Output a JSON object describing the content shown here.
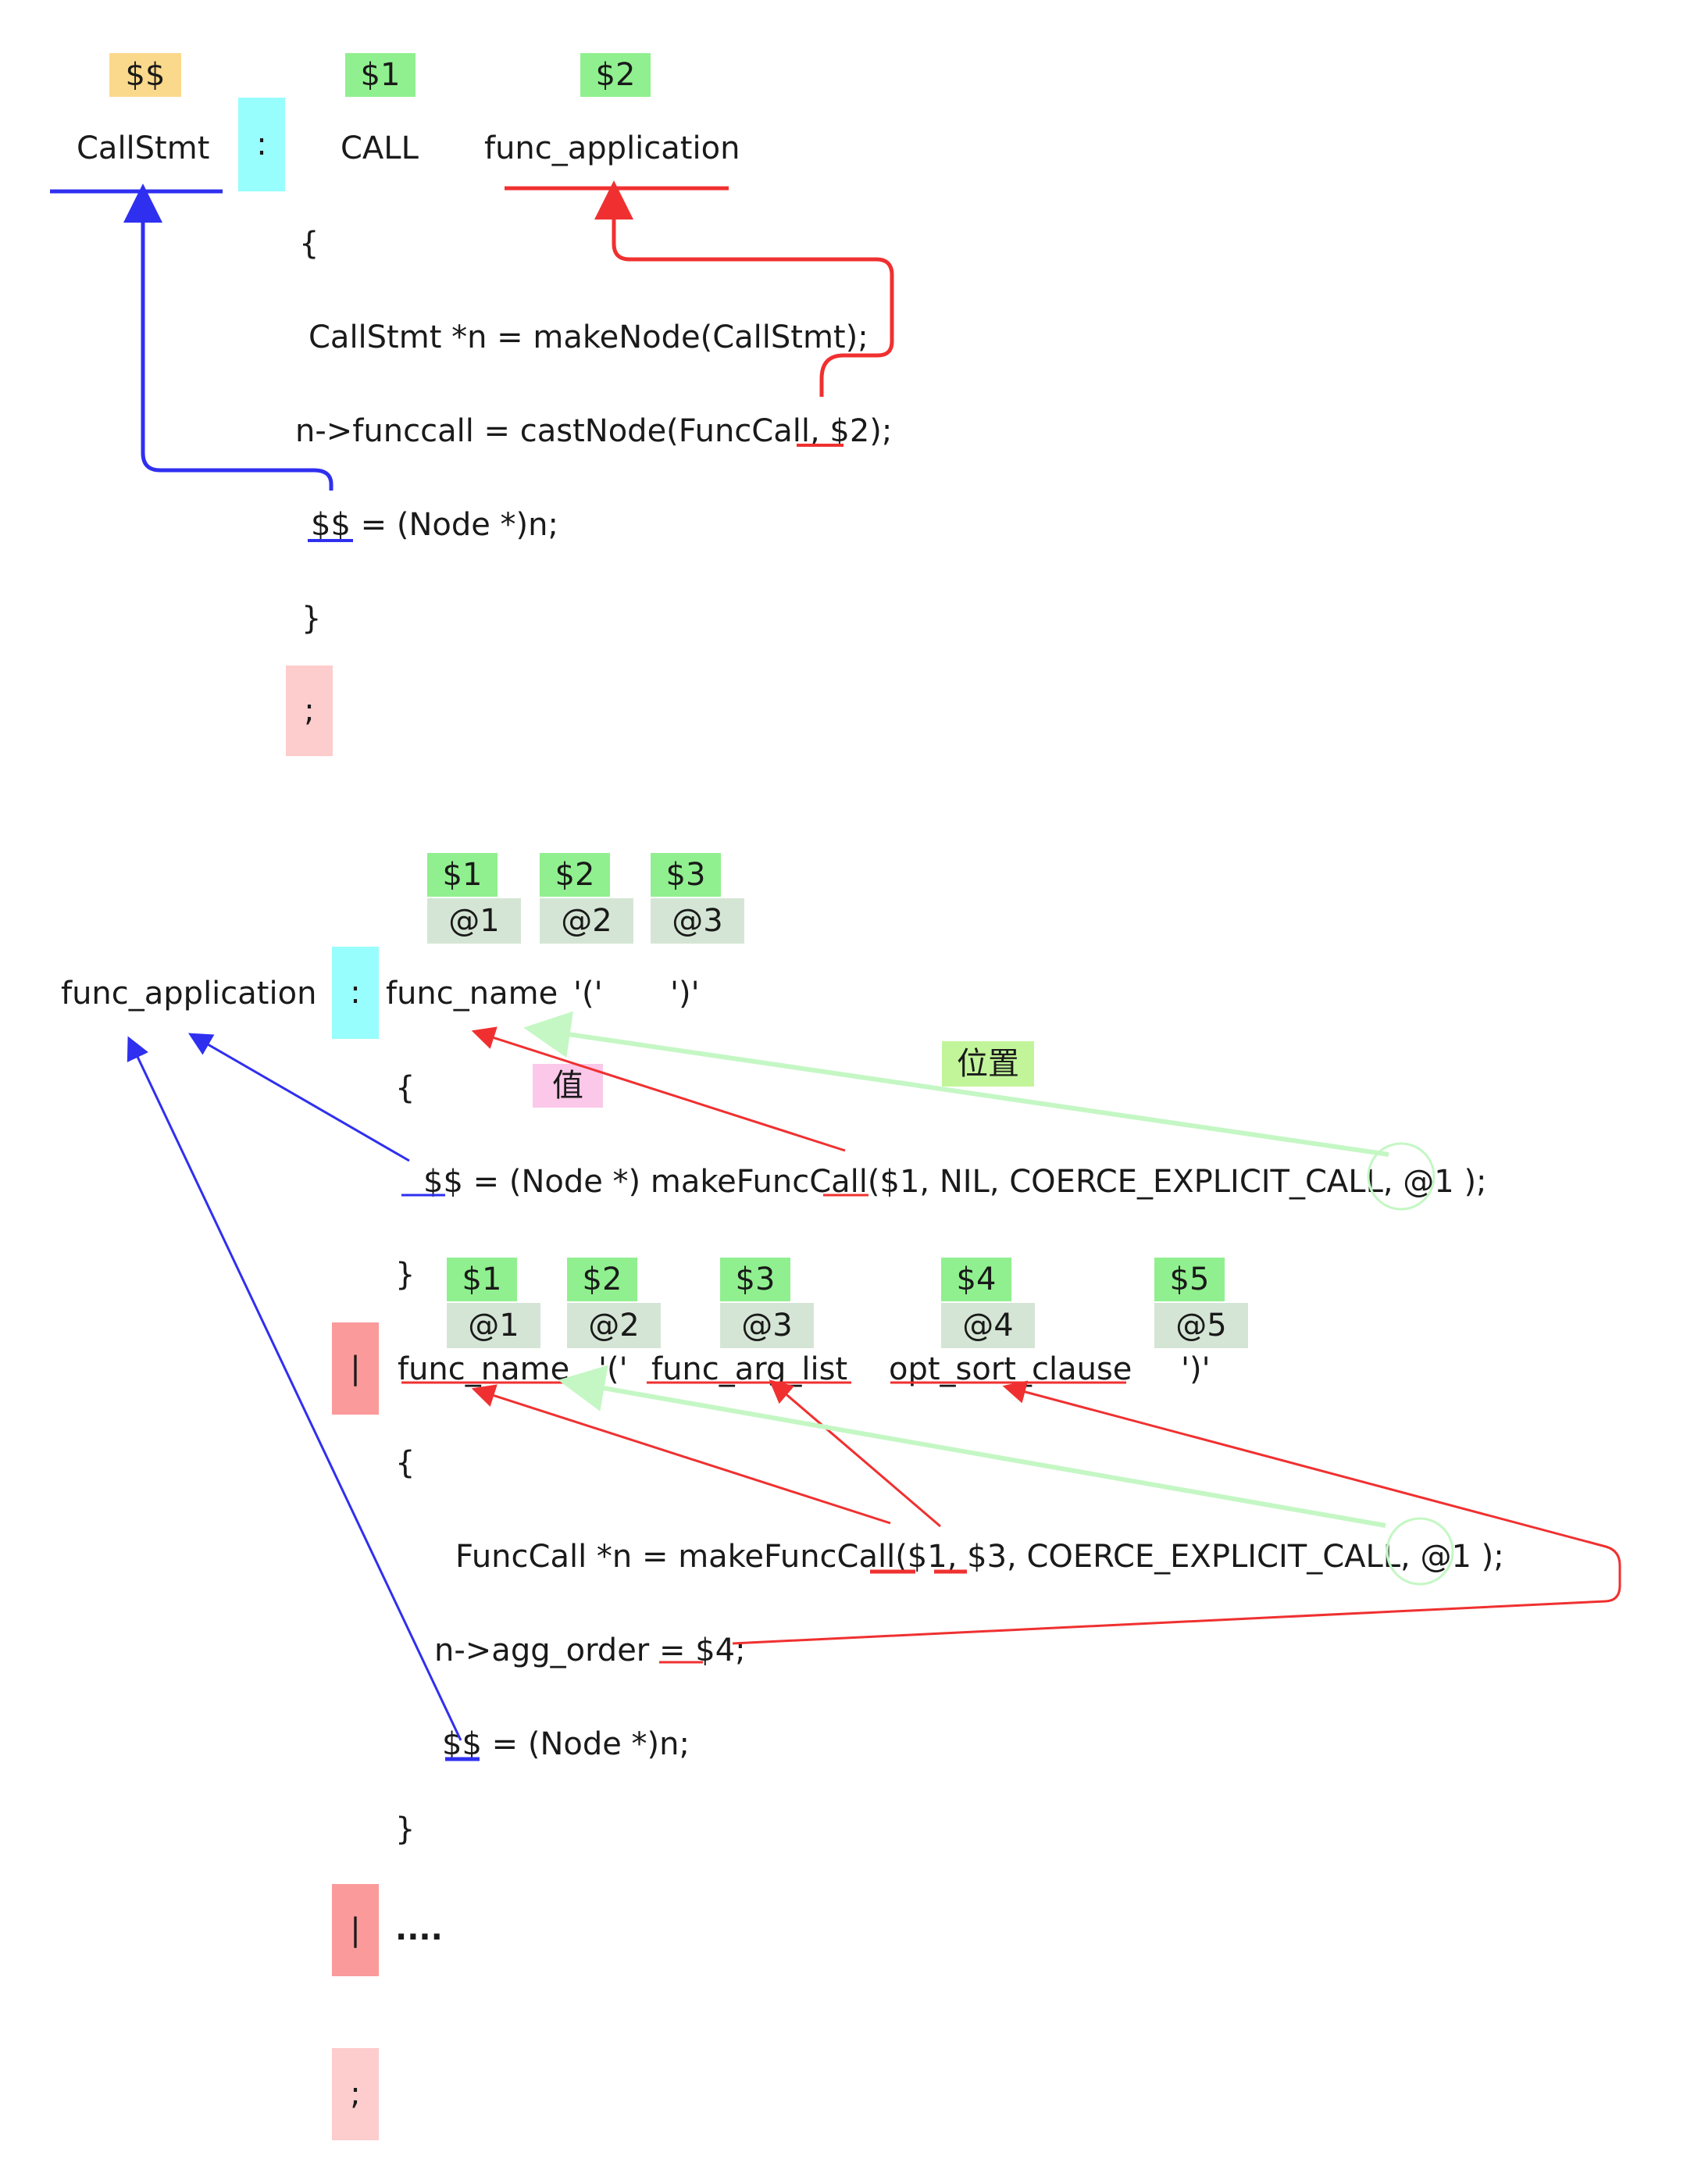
{
  "rule1": {
    "labels": {
      "result": "$$",
      "d1": "$1",
      "d2": "$2"
    },
    "lhs": "CallStmt",
    "colon": ":",
    "tokens": {
      "call": "CALL",
      "func_application": "func_application"
    },
    "code": {
      "open": "{",
      "line1": "CallStmt *n = makeNode(CallStmt);",
      "line2": "n->funccall = castNode(FuncCall, $2);",
      "line3": "$$ = (Node *)n;",
      "close": "}"
    },
    "semicolon": ";"
  },
  "rule2": {
    "lhs": "func_application",
    "colon": ":",
    "alt1": {
      "dollars": [
        "$1",
        "$2",
        "$3"
      ],
      "ats": [
        "@1",
        "@2",
        "@3"
      ],
      "tokens": [
        "func_name",
        "'('",
        "')'"
      ],
      "code": {
        "open": "{",
        "line1": "$$ = (Node *) makeFuncCall($1, NIL, COERCE_EXPLICIT_CALL, @1 );",
        "close": "}"
      },
      "annotations": {
        "value": "值",
        "position": "位置"
      }
    },
    "alt2": {
      "bar": "|",
      "dollars": [
        "$1",
        "$2",
        "$3",
        "$4",
        "$5"
      ],
      "ats": [
        "@1",
        "@2",
        "@3",
        "@4",
        "@5"
      ],
      "tokens": [
        "func_name",
        "'('",
        "func_arg_list",
        "opt_sort_clause",
        "')'"
      ],
      "code": {
        "open": "{",
        "line1": "FuncCall *n = makeFuncCall($1, $3, COERCE_EXPLICIT_CALL, @1 );",
        "line2": "n->agg_order = $4;",
        "line3": "$$ = (Node *)n;",
        "close": "}"
      }
    },
    "alt3": {
      "bar": "|",
      "text": "...."
    },
    "semicolon": ";"
  },
  "colors": {
    "blue_arrow": "#2f2ff0",
    "red_arrow": "#f03030",
    "green_arrow": "#c4f7c4",
    "dollar_tag": "#90f08f",
    "at_tag": "#d5e5d5",
    "result_tag": "#fbd98c",
    "colon_tag": "#98fdfd",
    "bar_tag": "#fb9a9a",
    "semicolon_tag": "#fdcccc"
  }
}
